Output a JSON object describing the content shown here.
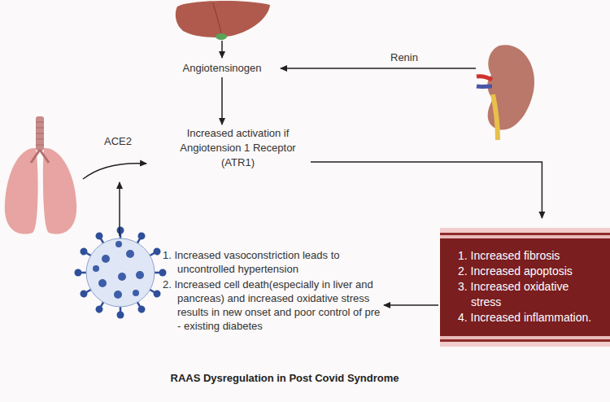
{
  "diagram": {
    "title": "RAAS Dysregulation in Post Covid Syndrome",
    "nodes": [
      {
        "text": [
          "Angiotensinogen"
        ]
      },
      {
        "text": [
          "Increased activation if Angiotension 1 Receptor (ATR1)"
        ]
      },
      {
        "text": [
          "1. Increased fibrosis",
          "2. Increased apoptosis",
          "3. Increased oxidative stress",
          "4. Increased inflammation."
        ]
      },
      {
        "text": [
          "1. Increased vasoconstriction leads to uncontrolled hypertension",
          "2. Increased cell death(especially in liver and pancreas) and increased oxidative stress results in new onset and poor control of pre - existing diabetes"
        ]
      }
    ],
    "edges": [
      {
        "from": 0,
        "to": 1,
        "arrow": "to"
      },
      {
        "from": 1,
        "to": 2,
        "arrow": "to"
      },
      {
        "from": 2,
        "to": 3,
        "arrow": "to"
      }
    ],
    "labels": [
      "Renin",
      "ACE2"
    ]
  }
}
